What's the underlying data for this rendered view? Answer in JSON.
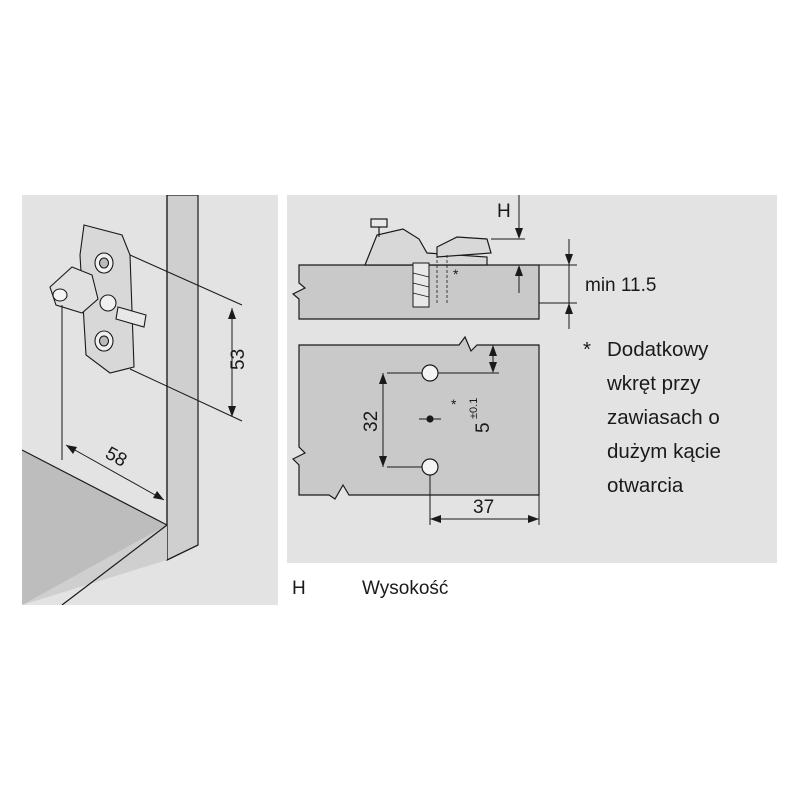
{
  "left_diagram": {
    "dim_height": "53",
    "dim_depth": "58"
  },
  "right_diagram": {
    "label_h": "H",
    "dim_min": "min 11.5",
    "dim_spacing": "32",
    "dim_offset": "5",
    "dim_tolerance": "±0.1",
    "dim_edge": "37",
    "asterisk": "*"
  },
  "note": {
    "asterisk": "*",
    "lines": [
      "Dodatkowy",
      "wkręt przy",
      "zawiasach o",
      "dużym kącie",
      "otwarcia"
    ]
  },
  "legend": {
    "key": "H",
    "value": "Wysokość"
  },
  "colors": {
    "panel_bg": "#e3e3e3",
    "material": "#c9c9c9",
    "line": "#1a1a1a"
  }
}
